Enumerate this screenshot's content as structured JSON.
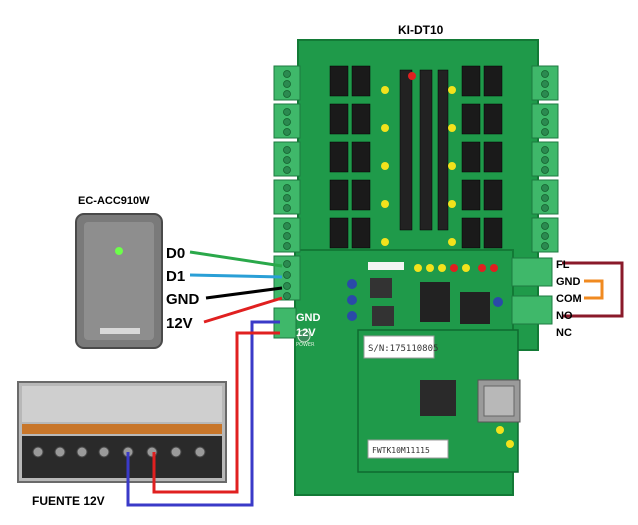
{
  "board": {
    "title": "KI-DT10",
    "serial": "S/N:175110805",
    "fw_sticker": "FWTK10M11115",
    "power_label": "POWER"
  },
  "reader": {
    "title": "EC-ACC910W",
    "wires": [
      {
        "label": "D0",
        "color": "#2aa84a"
      },
      {
        "label": "D1",
        "color": "#2a9fd6"
      },
      {
        "label": "GND",
        "color": "#000000"
      },
      {
        "label": "12V",
        "color": "#e02020"
      }
    ]
  },
  "power_input": {
    "gnd": "GND",
    "v12": "12V"
  },
  "lock_terminals": [
    "FL",
    "GND",
    "COM",
    "NO",
    "NC"
  ],
  "psu": {
    "title": "FUENTE 12V"
  },
  "colors": {
    "pcb": "#1f9a4a",
    "terminal": "#3fb86a",
    "negative_wire": "#3a3ac8",
    "positive_wire": "#e02020",
    "lock_loop": "#8a1a2a",
    "com_jumper": "#f08a20"
  }
}
